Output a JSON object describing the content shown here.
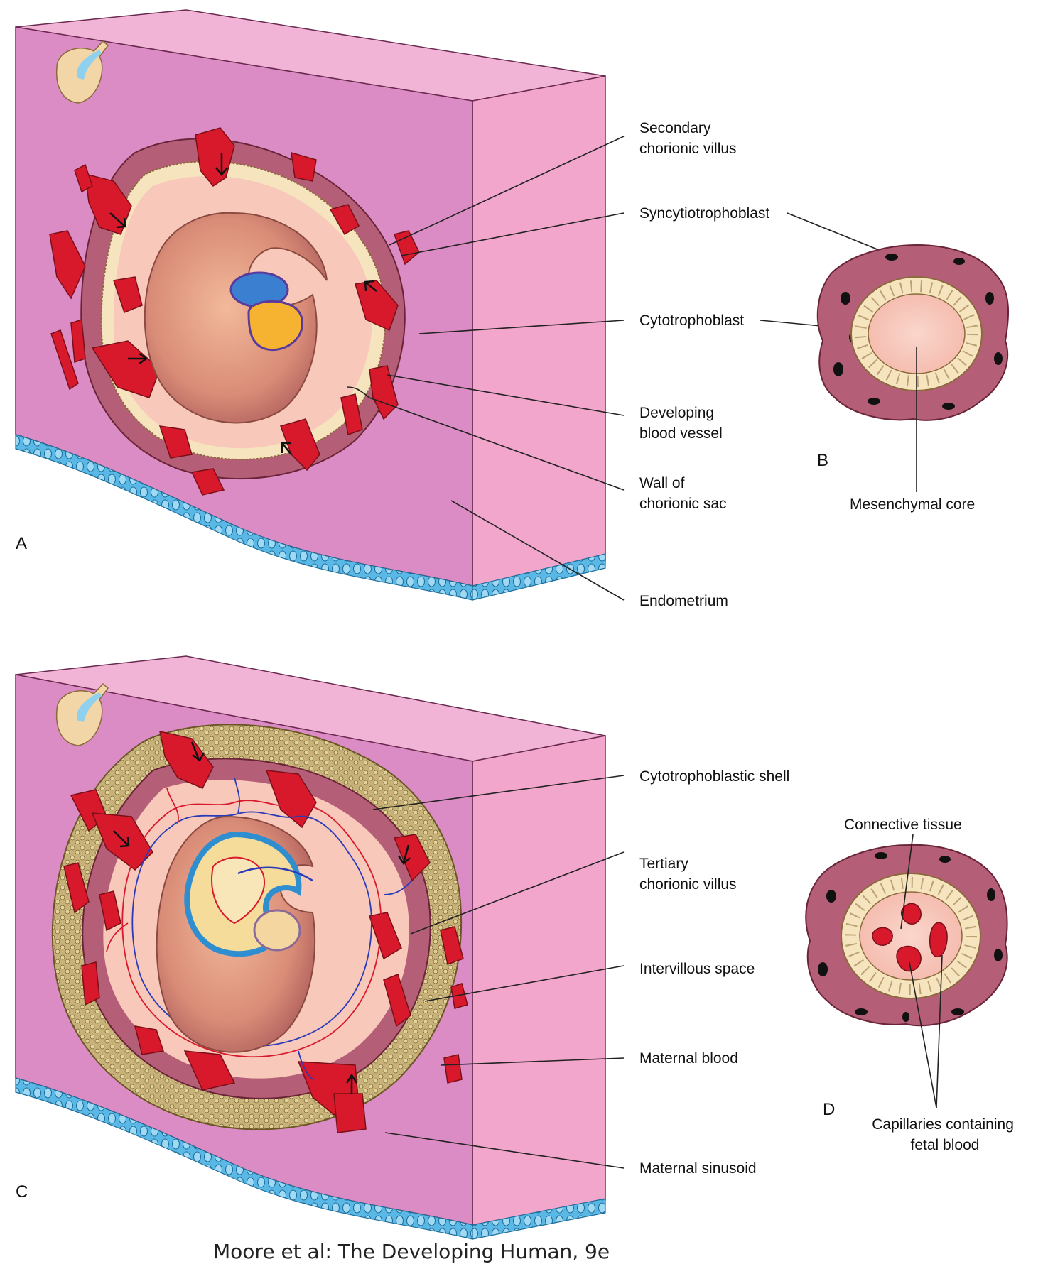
{
  "colors": {
    "endometrium_front": "#db8cc4",
    "endometrium_top": "#f2b4d6",
    "endometrium_side": "#f2a6cc",
    "epithelium": "#5ab8e6",
    "maternal_blood": "#d8192c",
    "syncytiotrophoblast": "#b45e78",
    "cytotrophoblast": "#f6e4bf",
    "chorionic_sac_wall": "#f8c9ba",
    "mesenchymal_core": "#f7c3b8",
    "cytotrophoblastic_shell": "#c8b27a"
  },
  "panel_a": {
    "letter": "A",
    "labels": {
      "secondary_villus": [
        "Secondary",
        "chorionic villus"
      ],
      "syncytiotrophoblast": "Syncytiotrophoblast",
      "cytotrophoblast": "Cytotrophoblast",
      "blood_vessel": [
        "Developing",
        "blood vessel"
      ],
      "sac_wall": [
        "Wall of",
        "chorionic sac"
      ],
      "endometrium": "Endometrium"
    }
  },
  "panel_b": {
    "letter": "B",
    "labels": {
      "mesenchymal_core": "Mesenchymal core"
    }
  },
  "panel_c": {
    "letter": "C",
    "labels": {
      "shell": "Cytotrophoblastic shell",
      "tertiary_villus": [
        "Tertiary",
        "chorionic villus"
      ],
      "intervillous_space": "Intervillous space",
      "maternal_blood": "Maternal blood",
      "maternal_sinusoid": "Maternal sinusoid"
    }
  },
  "panel_d": {
    "letter": "D",
    "labels": {
      "connective_tissue": "Connective tissue",
      "capillaries": [
        "Capillaries containing",
        "fetal blood"
      ]
    }
  },
  "credit": "Moore et al: The Developing Human, 9e"
}
